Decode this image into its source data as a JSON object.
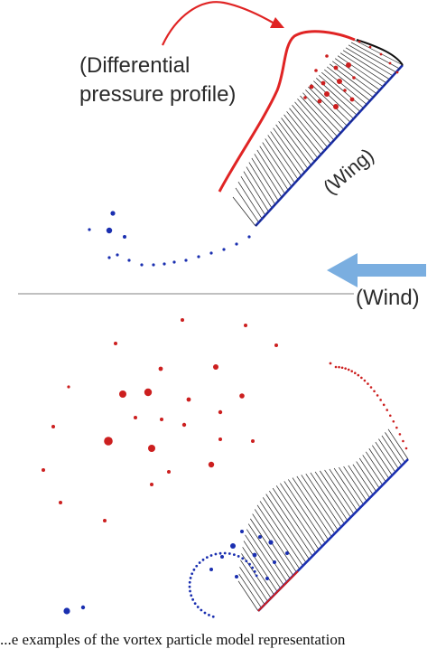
{
  "labels": {
    "profile_line1": "(Differential",
    "profile_line2": "pressure profile)",
    "wing": "(Wing)",
    "wind": "(Wind)"
  },
  "caption": "...e examples of the vortex particle model representation",
  "colors": {
    "profile": "#e02424",
    "wind_arrow": "#7aaee0",
    "positive_particle": "#cc1f1f",
    "negative_particle": "#1a2fb0",
    "separator": "#9a9a9a",
    "hatching": "#222222"
  }
}
